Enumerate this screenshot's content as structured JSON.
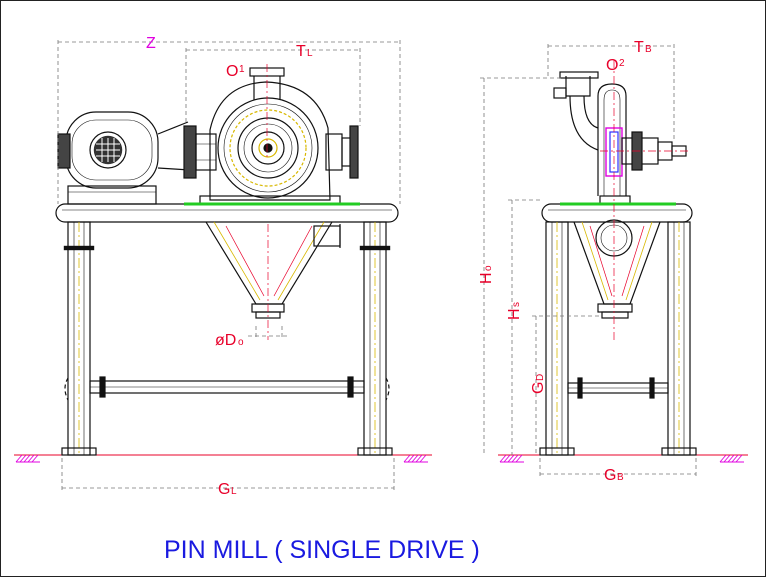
{
  "colors": {
    "line": "#111111",
    "dimension": "#e8002a",
    "dimension_line": "#777777",
    "title": "#1a1ae0",
    "guard_green": "#22cc22",
    "accent_yellow": "#d8b800",
    "accent_magenta": "#e000e0",
    "accent_blue": "#3030ff"
  },
  "title": "PIN MILL ( SINGLE DRIVE )",
  "labels": {
    "z": "Z",
    "tl": "T",
    "tl_sub": "L",
    "o1": "O",
    "o1_sub": "1",
    "d0": "øD",
    "d0_sub": "o",
    "gl": "G",
    "gl_sub": "L",
    "tb": "T",
    "tb_sub": "B",
    "o2": "O",
    "o2_sub": "2",
    "ho": "H",
    "ho_sub": "o",
    "hs": "H",
    "hs_sub": "s",
    "gd": "G",
    "gd_sub": "D",
    "gb": "G",
    "gb_sub": "B"
  }
}
